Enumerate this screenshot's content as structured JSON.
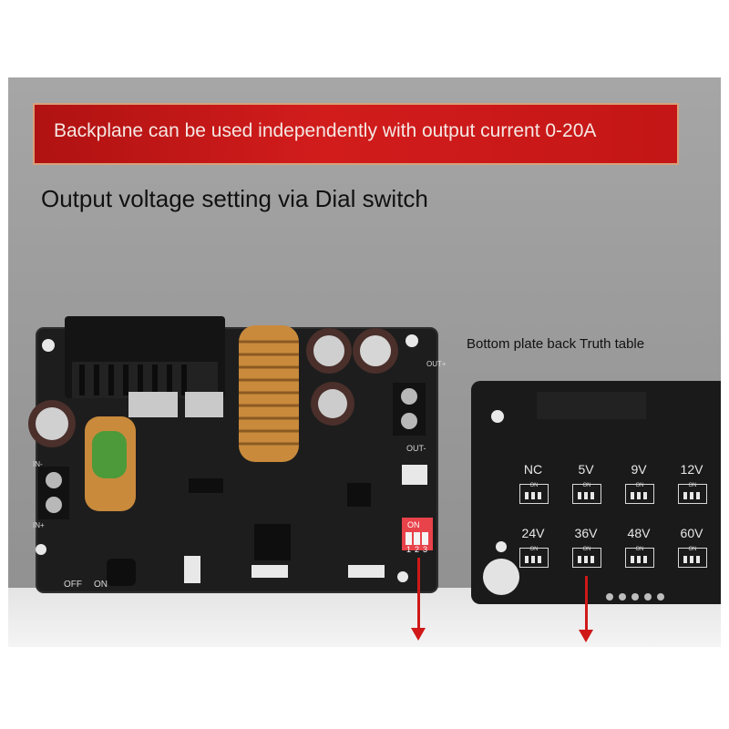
{
  "banner": {
    "text": "Backplane can be used independently with output current 0-20A"
  },
  "subtitle": "Output voltage setting via Dial switch",
  "truth_table": {
    "title": "Bottom plate back Truth table",
    "row1": [
      "NC",
      "5V",
      "9V",
      "12V"
    ],
    "row2": [
      "24V",
      "36V",
      "48V",
      "60V"
    ]
  },
  "board": {
    "dip_label": "ON",
    "dip_numbers": [
      "1",
      "2",
      "3"
    ],
    "labels": {
      "off": "OFF",
      "on": "ON",
      "out": "OUT-",
      "in_minus": "IN-",
      "in_plus": "IN+",
      "out_plus": "OUT+"
    }
  },
  "colors": {
    "banner": "#c41616",
    "arrow": "#d01818",
    "pcb": "#1c1c1c",
    "coil": "#c98a3c"
  }
}
